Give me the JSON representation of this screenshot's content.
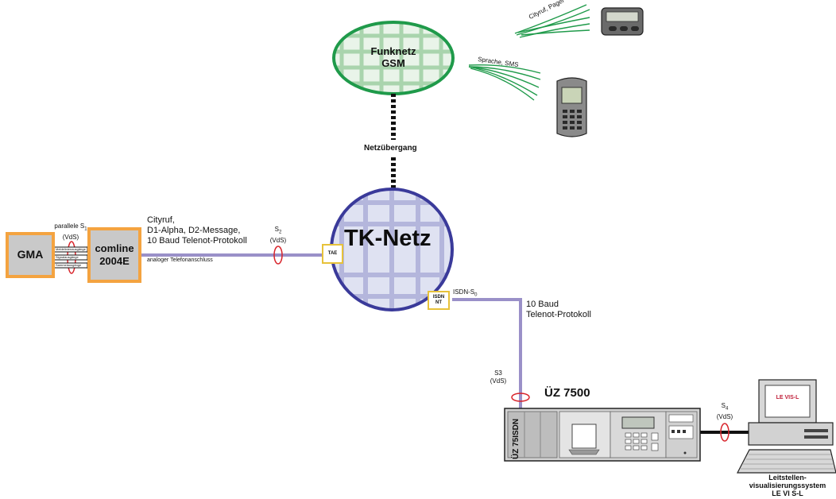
{
  "gsm": {
    "line1": "Funknetz",
    "line2": "GSM"
  },
  "pager_label": "Cityruf, Pager",
  "phone_label": "Sprache, SMS",
  "netzuebergang": "Netzübergang",
  "tk_netz": "TK-Netz",
  "gma": "GMA",
  "parallel_s1": {
    "line1": "parallele S",
    "sub": "1",
    "line2": "(VdS)"
  },
  "parallel_lines": [
    "Meldelinienausgänge",
    "Signalausgänge",
    "Sammelausgänge"
  ],
  "comline": {
    "line1": "comline",
    "line2": "2004E"
  },
  "cityruf_block": [
    "Cityruf,",
    "D1-Alpha, D2-Message,",
    "10 Baud Telenot-Protokoll"
  ],
  "analog_label": "analoger Telefonanschluss",
  "s2": {
    "main": "S",
    "sub": "2",
    "vds": "(VdS)"
  },
  "tae": "TAE",
  "isdn_nt": {
    "line1": "ISDN",
    "line2": "NT"
  },
  "isdn_s0": {
    "main": "ISDN-S",
    "sub": "0"
  },
  "baud_block": [
    "10 Baud",
    "Telenot-Protokoll"
  ],
  "s3": {
    "main": "S3",
    "vds": "(VdS)"
  },
  "uz_title": "ÜZ 7500",
  "uz_side_label": "ÜZ 75ISDN",
  "s4": {
    "main": "S",
    "sub": "4",
    "vds": "(VdS)"
  },
  "levis_logo": "LE VIS-L",
  "leitstelle": [
    "Leitstellen-",
    "visualisierungssystem",
    "LE VI S-L"
  ],
  "colors": {
    "orange": "#f4a340",
    "green": "#1f9a4a",
    "blue": "#3a3a9a",
    "line": "#9a90c8",
    "yellow": "#e7c23a",
    "red": "#d8232a"
  }
}
